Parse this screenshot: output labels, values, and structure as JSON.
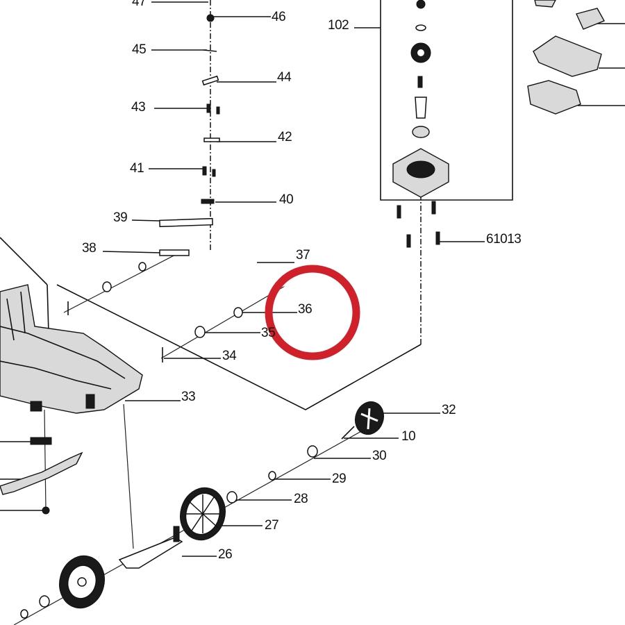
{
  "diagram": {
    "parts": [
      {
        "key": "p47",
        "label": "47"
      },
      {
        "key": "p46",
        "label": "46"
      },
      {
        "key": "p45",
        "label": "45"
      },
      {
        "key": "p44",
        "label": "44"
      },
      {
        "key": "p43",
        "label": "43"
      },
      {
        "key": "p42",
        "label": "42"
      },
      {
        "key": "p41",
        "label": "41"
      },
      {
        "key": "p40",
        "label": "40"
      },
      {
        "key": "p39",
        "label": "39"
      },
      {
        "key": "p38",
        "label": "38"
      },
      {
        "key": "p37",
        "label": "37"
      },
      {
        "key": "p36",
        "label": "36"
      },
      {
        "key": "p35",
        "label": "35"
      },
      {
        "key": "p34",
        "label": "34"
      },
      {
        "key": "p33",
        "label": "33"
      },
      {
        "key": "p32",
        "label": "32"
      },
      {
        "key": "p10",
        "label": "10"
      },
      {
        "key": "p30",
        "label": "30"
      },
      {
        "key": "p29",
        "label": "29"
      },
      {
        "key": "p28",
        "label": "28"
      },
      {
        "key": "p27",
        "label": "27"
      },
      {
        "key": "p26",
        "label": "26"
      },
      {
        "key": "p102",
        "label": "102"
      },
      {
        "key": "p61013",
        "label": "61013"
      }
    ],
    "highlight": {
      "color": "#d0202a",
      "target_label": "36"
    }
  }
}
